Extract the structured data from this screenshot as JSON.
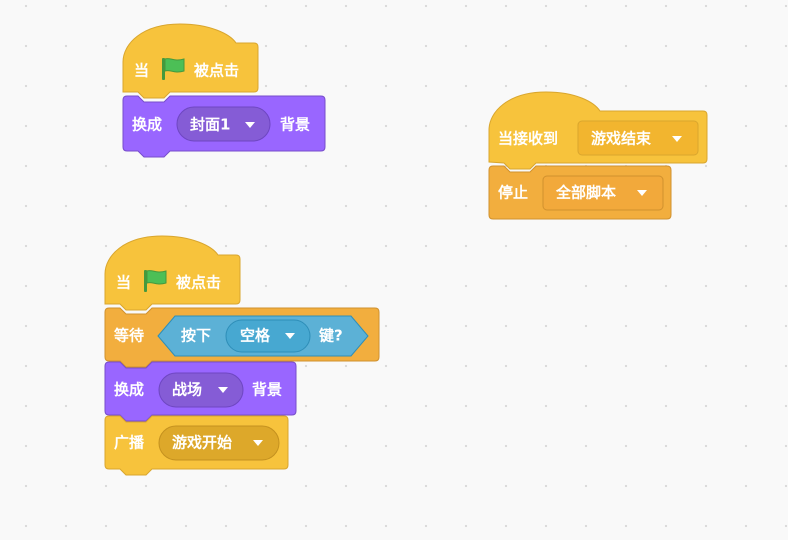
{
  "script1": {
    "hat_when": "当",
    "hat_clicked": "被点击",
    "switch_label": "换成",
    "switch_value": "封面1",
    "switch_suffix": "背景"
  },
  "script2": {
    "hat_label": "当接收到",
    "hat_value": "游戏结束",
    "stop_label": "停止",
    "stop_value": "全部脚本"
  },
  "script3": {
    "hat_when": "当",
    "hat_clicked": "被点击",
    "wait_label": "等待",
    "key_pressed_label": "按下",
    "key_value": "空格",
    "key_suffix": "键?",
    "switch_label": "换成",
    "switch_value": "战场",
    "switch_suffix": "背景",
    "broadcast_label": "广播",
    "broadcast_value": "游戏开始"
  },
  "colors": {
    "events": "#FFBF00",
    "events_border": "#CC9900",
    "looks": "#9966FF",
    "looks_border": "#774DCB",
    "control": "#FFAB19",
    "control_border": "#CF8B17",
    "sensing": "#5CB1D6",
    "sensing_border": "#2E8EB8",
    "flag": "#4CBF56"
  },
  "icons": [
    "green-flag-icon",
    "dropdown-arrow-icon"
  ]
}
